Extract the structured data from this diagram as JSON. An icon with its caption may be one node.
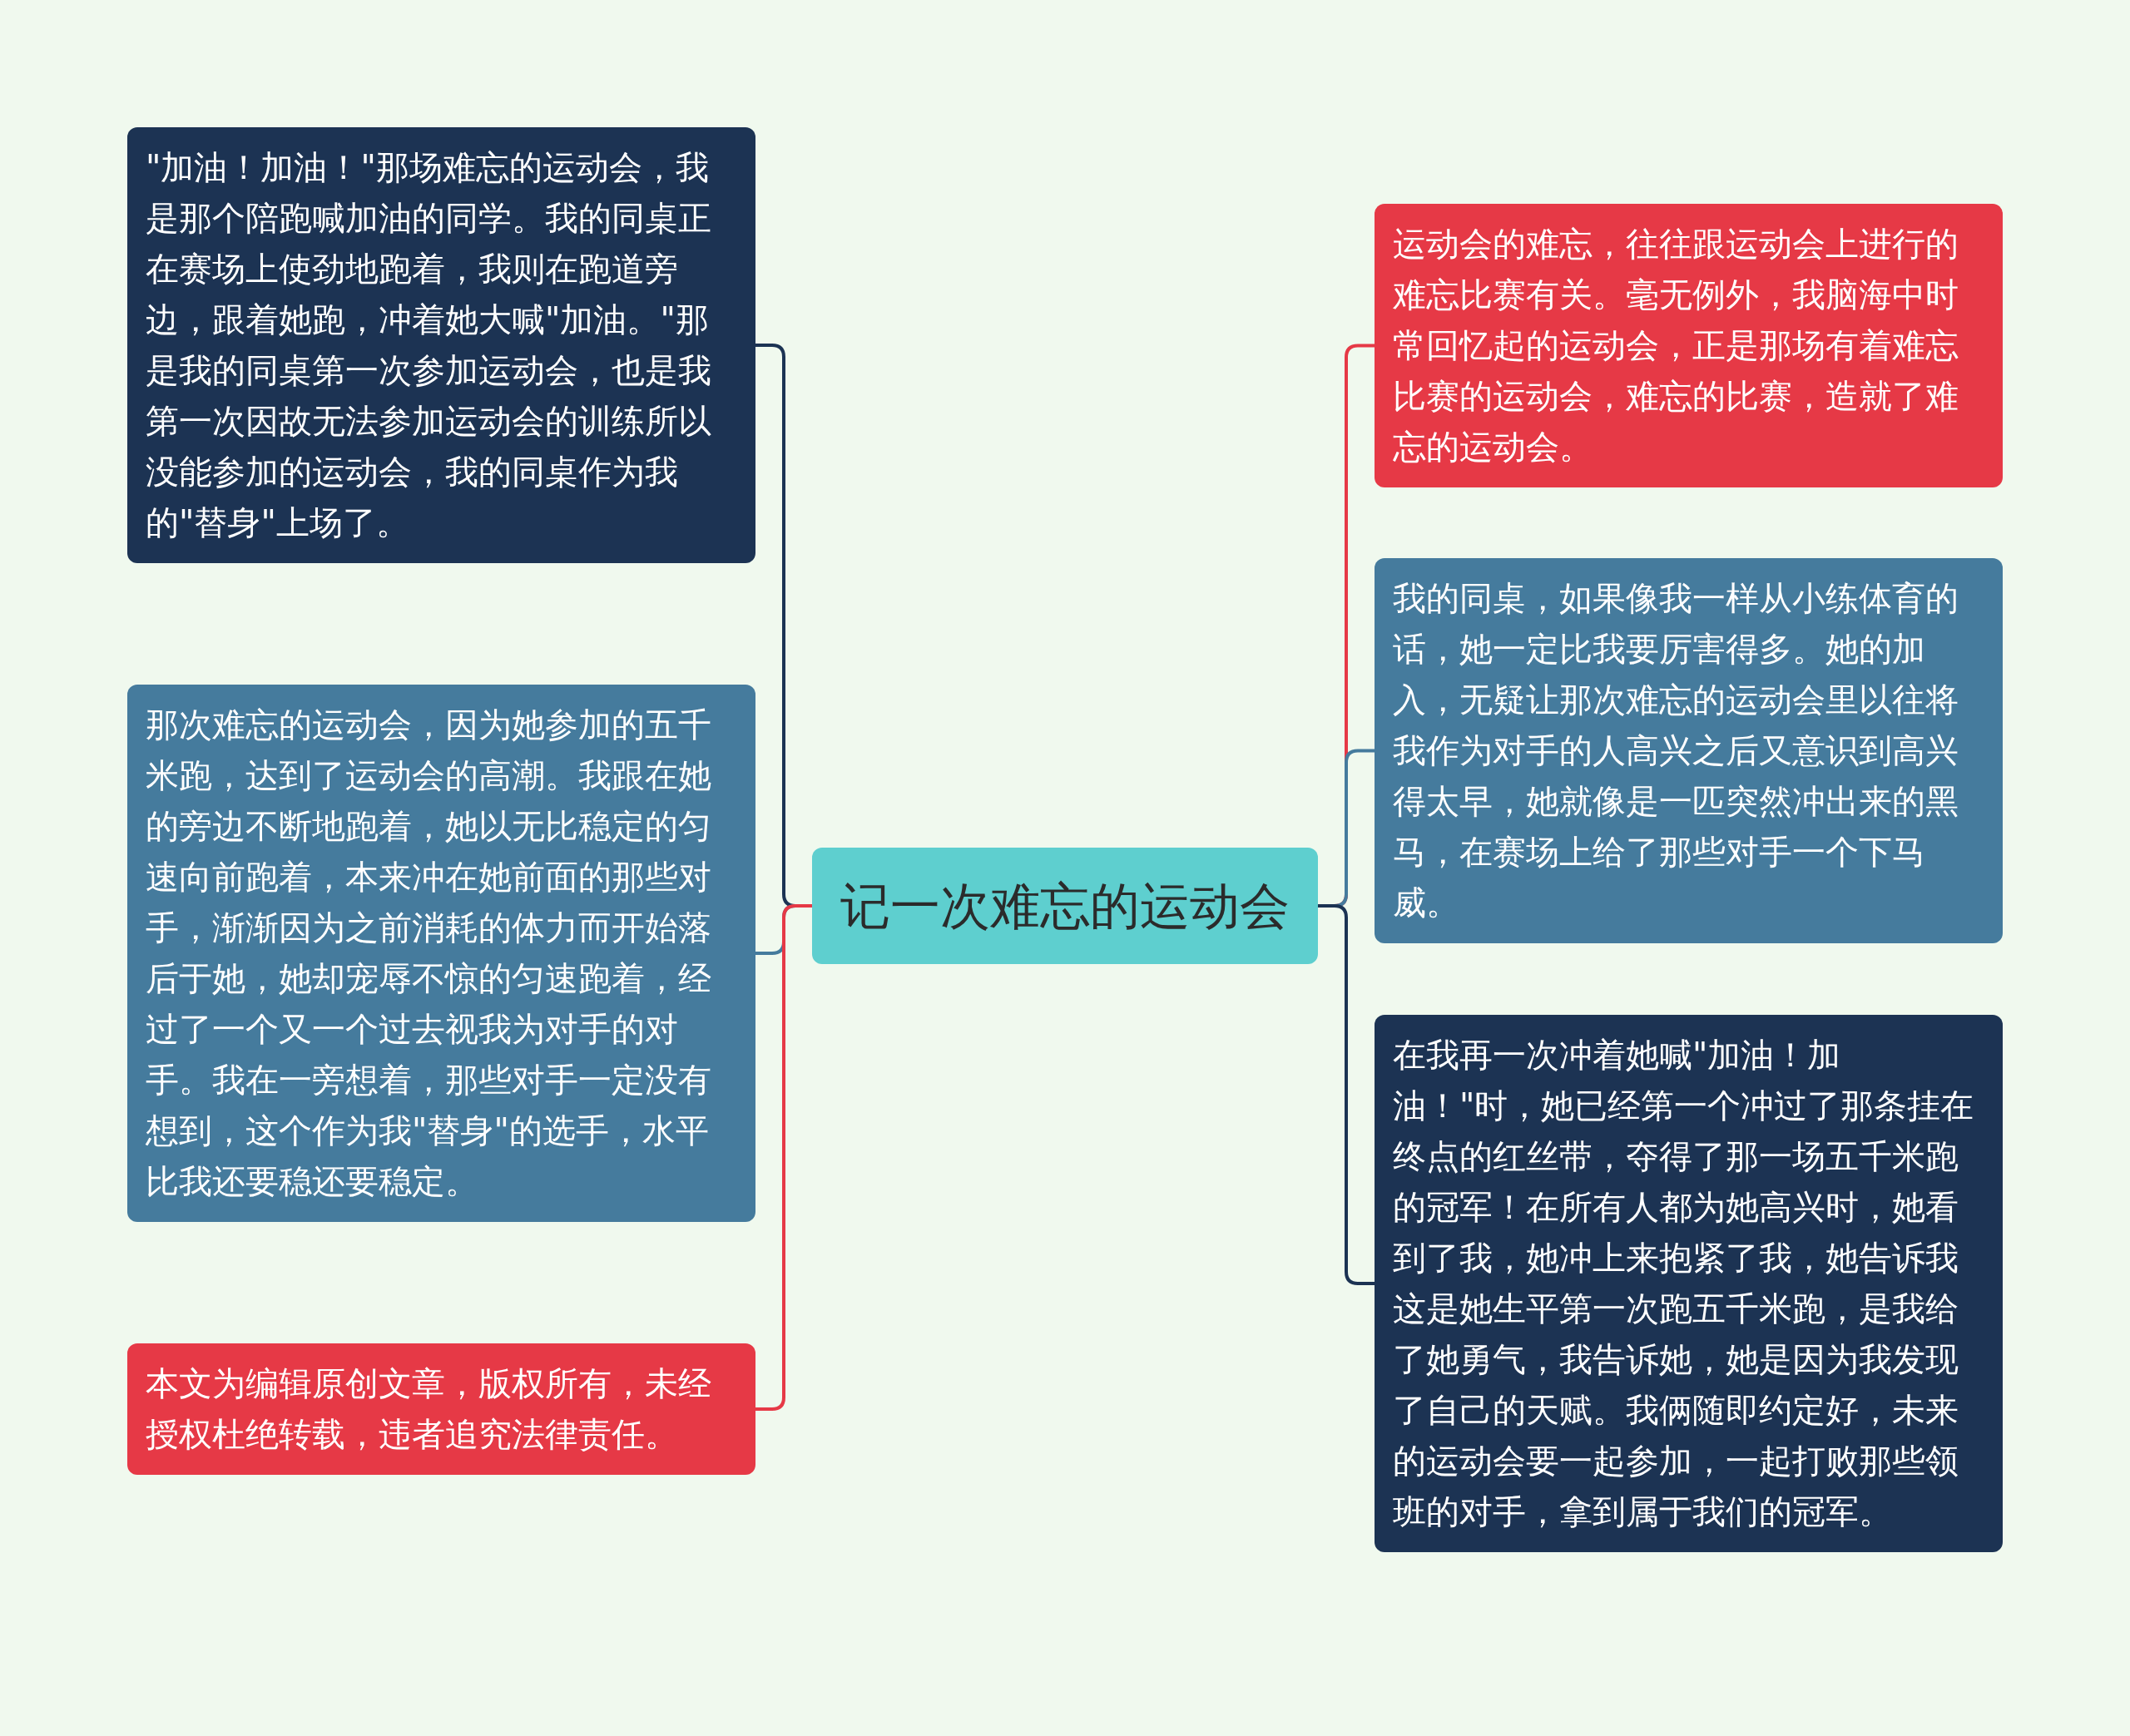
{
  "diagram": {
    "nodes": [
      {
        "text": [
          "记一次难忘的运动会"
        ]
      },
      {
        "text": [
          "\"加油！加油！\"那场难忘的运动会，我是那个陪跑喊加油的同学。我的同桌正在赛场上使劲地跑着，我则在跑道旁边，跟着她跑，冲着她大喊\"加油。\"那是我的同桌第一次参加运动会，也是我第一次因故无法参加运动会的训练所以没能参加的运动会，我的同桌作为我的\"替身\"上场了。"
        ]
      },
      {
        "text": [
          "那次难忘的运动会，因为她参加的五千米跑，达到了运动会的高潮。我跟在她的旁边不断地跑着，她以无比稳定的匀速向前跑着，本来冲在她前面的那些对手，渐渐因为之前消耗的体力而开始落后于她，她却宠辱不惊的匀速跑着，经过了一个又一个过去视我为对手的对手。我在一旁想着，那些对手一定没有想到，这个作为我\"替身\"的选手，水平比我还要稳还要稳定。"
        ]
      },
      {
        "text": [
          "本文为编辑原创文章，版权所有，未经授权杜绝转载，违者追究法律责任。"
        ]
      },
      {
        "text": [
          "运动会的难忘，往往跟运动会上进行的难忘比赛有关。毫无例外，我脑海中时常回忆起的运动会，正是那场有着难忘比赛的运动会，难忘的比赛，造就了难忘的运动会。"
        ]
      },
      {
        "text": [
          "我的同桌，如果像我一样从小练体育的话，她一定比我要厉害得多。她的加入，无疑让那次难忘的运动会里以往将我作为对手的人高兴之后又意识到高兴得太早，她就像是一匹突然冲出来的黑马，在赛场上给了那些对手一个下马威。"
        ]
      },
      {
        "text": [
          "在我再一次冲着她喊\"加油！加油！\"时，她已经第一个冲过了那条挂在终点的红丝带，夺得了那一场五千米跑的冠军！在所有人都为她高兴时，她看到了我，她冲上来抱紧了我，她告诉我这是她生平第一次跑五千米跑，是我给了她勇气，我告诉她，她是因为我发现了自己的天赋。我俩随即约定好，未来的运动会要一起参加，一起打败那些领班的对手，拿到属于我们的冠军。"
        ]
      }
    ],
    "edges": [
      {
        "from": 0,
        "to": 1,
        "arrow": "none",
        "color": "#1c3353"
      },
      {
        "from": 0,
        "to": 2,
        "arrow": "none",
        "color": "#457b9d"
      },
      {
        "from": 0,
        "to": 3,
        "arrow": "none",
        "color": "#e63946"
      },
      {
        "from": 0,
        "to": 4,
        "arrow": "none",
        "color": "#e63946"
      },
      {
        "from": 0,
        "to": 5,
        "arrow": "none",
        "color": "#457b9d"
      },
      {
        "from": 0,
        "to": 6,
        "arrow": "none",
        "color": "#1c3353"
      }
    ]
  }
}
